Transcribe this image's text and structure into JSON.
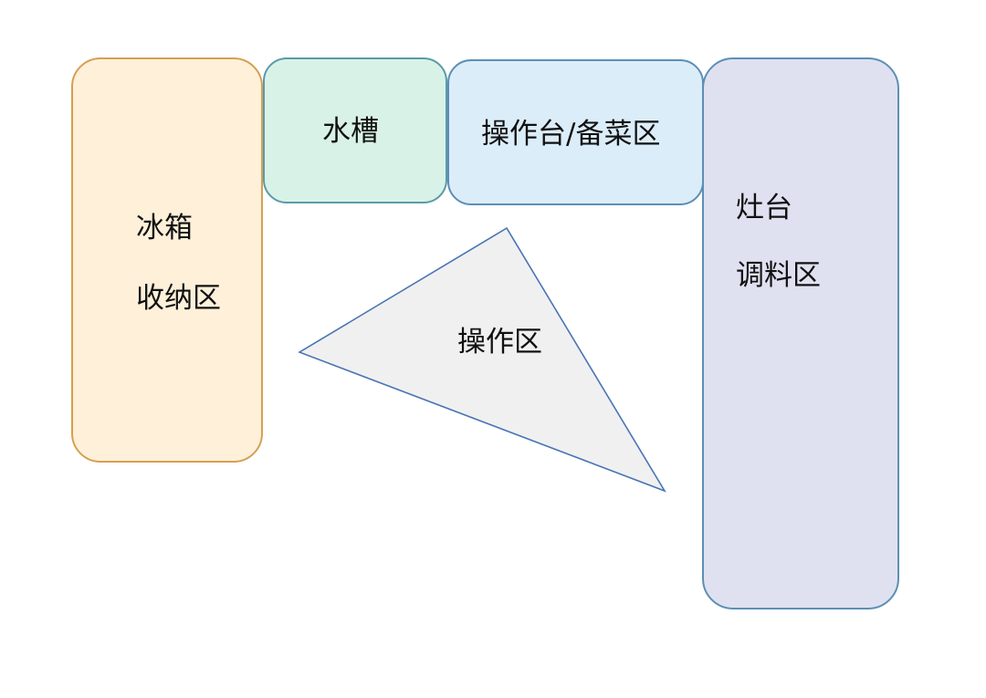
{
  "zones": {
    "fridge": {
      "line1": "冰箱",
      "line2": "收纳区",
      "fill": "#fff0da",
      "stroke": "#d5a052"
    },
    "sink": {
      "line1": "水槽",
      "fill": "#d9f2e8",
      "stroke": "#5b9aaa"
    },
    "counter": {
      "line1": "操作台/备菜区",
      "fill": "#dcedfa",
      "stroke": "#5b8fb5"
    },
    "stove": {
      "line1": "灶台",
      "line2": "调料区",
      "fill": "#dfe1f1",
      "stroke": "#5d8fb5"
    }
  },
  "work_triangle": {
    "label": "操作区",
    "fill": "#f0f0f0",
    "stroke": "#4a74b5"
  }
}
